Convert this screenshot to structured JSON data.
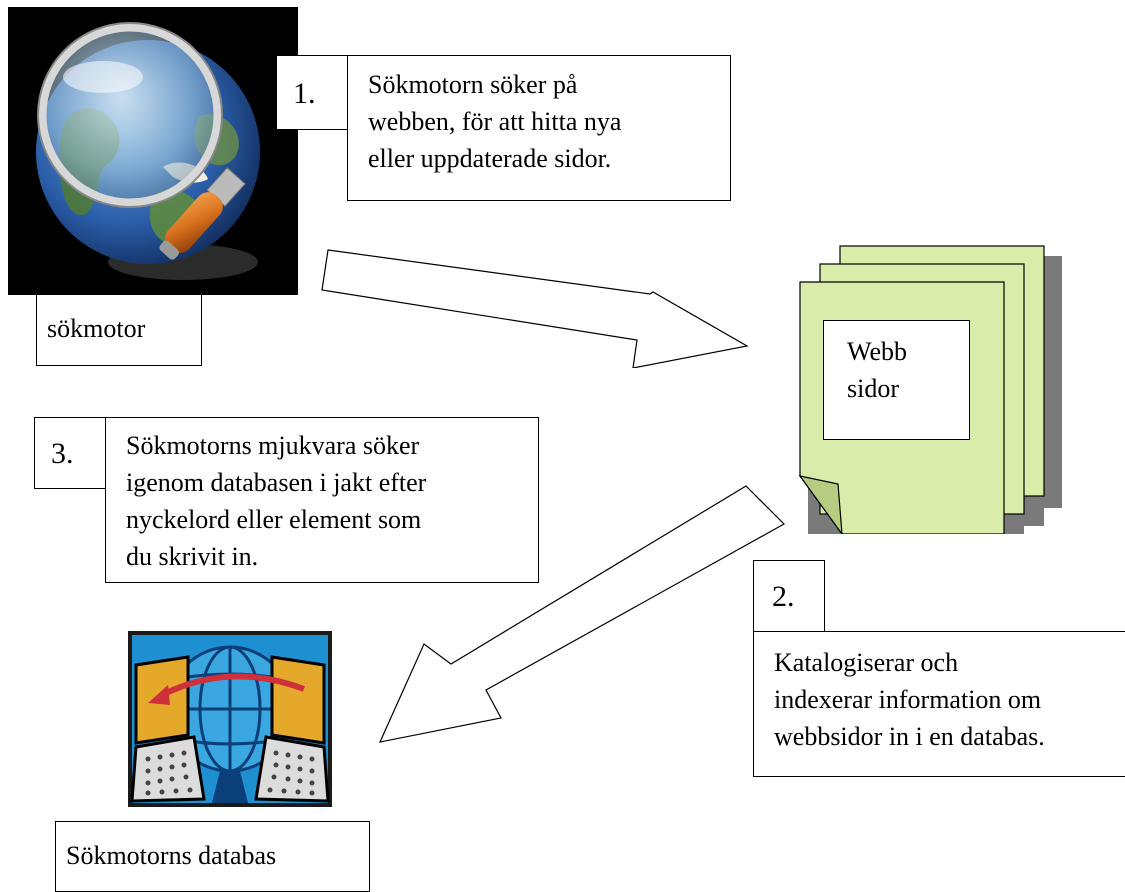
{
  "search_engine_icon": {
    "label": "sökmotor",
    "icon_name": "globe-magnifier-icon"
  },
  "step_1": {
    "number": "1.",
    "text": "Sökmotorn söker på\nwebben, för att hitta nya\neller uppdaterade sidor."
  },
  "web_pages": {
    "label": "Webb\nsidor",
    "icon_name": "stacked-pages-icon",
    "page_color": "#d9ecaa",
    "shadow_color": "#7a7a7a"
  },
  "step_2": {
    "number": "2.",
    "text": "Katalogiserar och\nindexerar information om\nwebbsidor in i en databas."
  },
  "step_3": {
    "number": "3.",
    "text": "Sökmotorns mjukvara söker\nigenom databasen i jakt efter\nnyckelord eller element som\ndu skrivit in."
  },
  "database_icon": {
    "label": "Sökmotorns databas",
    "icon_name": "networked-computers-globe-icon",
    "accent_colors": [
      "#1e8fd0",
      "#e4a82a",
      "#d0303a"
    ]
  }
}
